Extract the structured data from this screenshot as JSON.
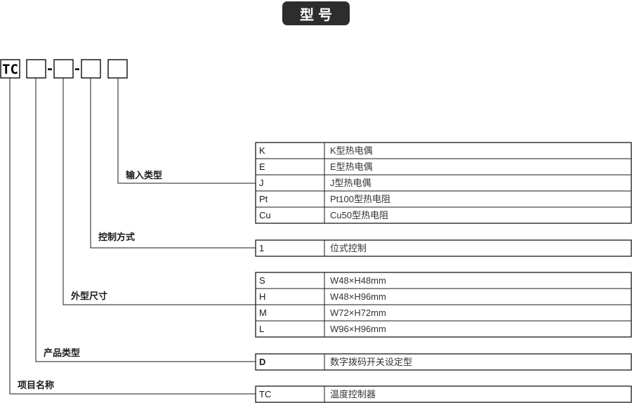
{
  "title": "型号",
  "model_prefix": "TC",
  "separator": "-",
  "groups": [
    {
      "label": "输入类型",
      "rows": [
        {
          "code": "K",
          "desc": "K型热电偶"
        },
        {
          "code": "E",
          "desc": "E型热电偶"
        },
        {
          "code": "J",
          "desc": "J型热电偶"
        },
        {
          "code": "Pt",
          "desc": "Pt100型热电阻"
        },
        {
          "code": "Cu",
          "desc": "Cu50型热电阻"
        }
      ]
    },
    {
      "label": "控制方式",
      "rows": [
        {
          "code": "1",
          "desc": "位式控制"
        }
      ]
    },
    {
      "label": "外型尺寸",
      "rows": [
        {
          "code": "S",
          "desc": "W48×H48mm"
        },
        {
          "code": "H",
          "desc": "W48×H96mm"
        },
        {
          "code": "M",
          "desc": "W72×H72mm"
        },
        {
          "code": "L",
          "desc": "W96×H96mm"
        }
      ]
    },
    {
      "label": "产品类型",
      "rows": [
        {
          "code": "D",
          "desc": "数字拨码开关设定型"
        }
      ]
    },
    {
      "label": "项目名称",
      "rows": [
        {
          "code": "TC",
          "desc": "温度控制器"
        }
      ]
    }
  ]
}
